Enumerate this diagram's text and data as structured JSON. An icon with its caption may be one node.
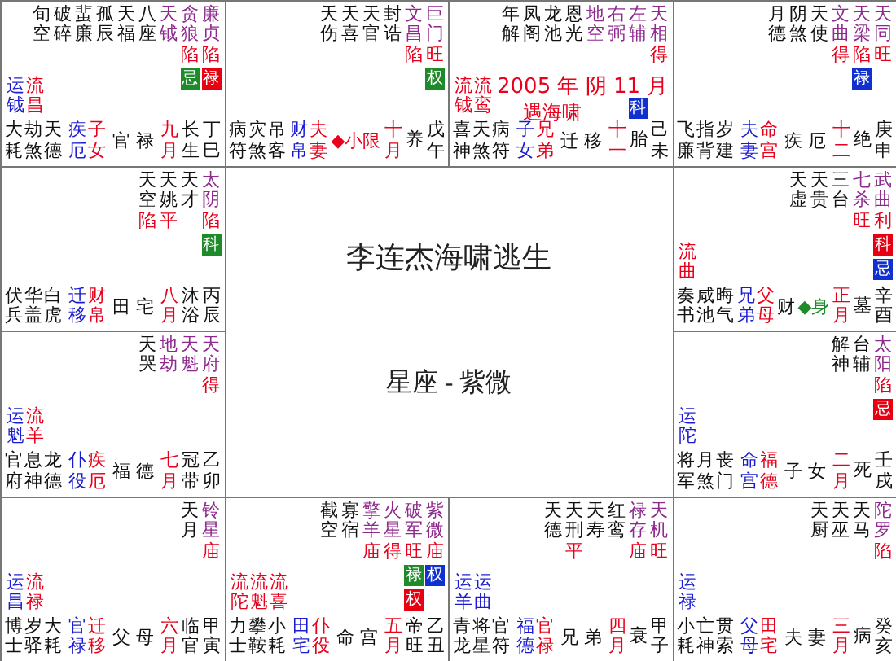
{
  "diagram": {
    "nodes": [
      {
        "text": [
          "旬空",
          "破碎",
          "蜚廉",
          "孤辰",
          "天福",
          "八座",
          "天钺",
          "贪狼",
          "陷",
          "忌",
          "廉贞",
          "陷",
          "禄",
          "运钺",
          "流昌",
          "大耗",
          "劫煞",
          "天德",
          "疾厄",
          "子女",
          "官 禄",
          "九月",
          "长生",
          "丁巳"
        ]
      },
      {
        "text": [
          "天伤",
          "天喜",
          "天官",
          "封诰",
          "文昌",
          "陷",
          "巨门",
          "旺",
          "权",
          "病符",
          "灾煞",
          "吊客",
          "财帛",
          "夫妻",
          "◆小限",
          "十月",
          "养",
          "戊午"
        ]
      },
      {
        "text": [
          "年解",
          "凤阁",
          "龙池",
          "恩光",
          "地空",
          "右弼",
          "左辅",
          "科",
          "天相",
          "得",
          "流钺",
          "流鸾",
          "2005 年 阴 11 月",
          "遇海啸",
          "喜神",
          "天煞",
          "病符",
          "子女",
          "兄弟",
          "迁 移",
          "十一",
          "胎",
          "己未"
        ]
      },
      {
        "text": [
          "月德",
          "阴煞",
          "天使",
          "文曲",
          "得",
          "天梁",
          "陷",
          "禄",
          "天同",
          "旺",
          "飞廉",
          "指背",
          "岁建",
          "夫妻",
          "命宫",
          "疾 厄",
          "十二",
          "绝",
          "庚申"
        ]
      },
      {
        "text": [
          "天空",
          "陷",
          "天姚",
          "平",
          "天才",
          "太阴",
          "陷",
          "科",
          "伏兵",
          "华盖",
          "白虎",
          "迁移",
          "财帛",
          "田 宅",
          "八月",
          "沐浴",
          "丙辰"
        ]
      },
      {
        "text": [
          "李连杰海啸逃生",
          "星座 - 紫微"
        ]
      },
      {
        "text": [
          "天虚",
          "天贵",
          "三台",
          "七杀",
          "旺",
          "武曲",
          "利",
          "科",
          "忌",
          "流曲",
          "奏书",
          "咸池",
          "晦气",
          "兄弟",
          "父母",
          "财",
          "◆身",
          "正月",
          "墓",
          "辛酉"
        ]
      },
      {
        "text": [
          "天哭",
          "地劫",
          "天魁",
          "天府",
          "得",
          "运魁",
          "流羊",
          "官府",
          "息神",
          "龙德",
          "仆役",
          "疾厄",
          "福 德",
          "七月",
          "冠带",
          "乙卯"
        ]
      },
      {
        "text": [
          "解神",
          "台辅",
          "太阳",
          "陷",
          "忌",
          "运陀",
          "将军",
          "月煞",
          "丧门",
          "命宫",
          "福德",
          "子 女",
          "二月",
          "死",
          "壬戌"
        ]
      },
      {
        "text": [
          "天月",
          "铃星",
          "庙",
          "运昌",
          "流禄",
          "博士",
          "岁驿",
          "大耗",
          "官禄",
          "迁移",
          "父 母",
          "六月",
          "临官",
          "甲寅"
        ]
      },
      {
        "text": [
          "截空",
          "寡宿",
          "擎羊",
          "庙",
          "火星",
          "得",
          "破军",
          "旺",
          "禄",
          "权",
          "紫微",
          "庙",
          "权",
          "流陀",
          "流魁",
          "流喜",
          "力士",
          "攀鞍",
          "小耗",
          "田宅",
          "仆役",
          "命 宫",
          "五月",
          "帝旺",
          "乙丑"
        ]
      },
      {
        "text": [
          "天德",
          "天刑",
          "平",
          "天寿",
          "红鸾",
          "禄存",
          "庙",
          "天机",
          "旺",
          "运羊",
          "运曲",
          "青龙",
          "将星",
          "官符",
          "福德",
          "官禄",
          "兄 弟",
          "四月",
          "衰",
          "甲子"
        ]
      },
      {
        "text": [
          "天厨",
          "天巫",
          "天马",
          "陀罗",
          "陷",
          "运禄",
          "小耗",
          "亡神",
          "贯索",
          "父母",
          "田宅",
          "夫 妻",
          "三月",
          "病",
          "癸亥"
        ]
      }
    ]
  }
}
